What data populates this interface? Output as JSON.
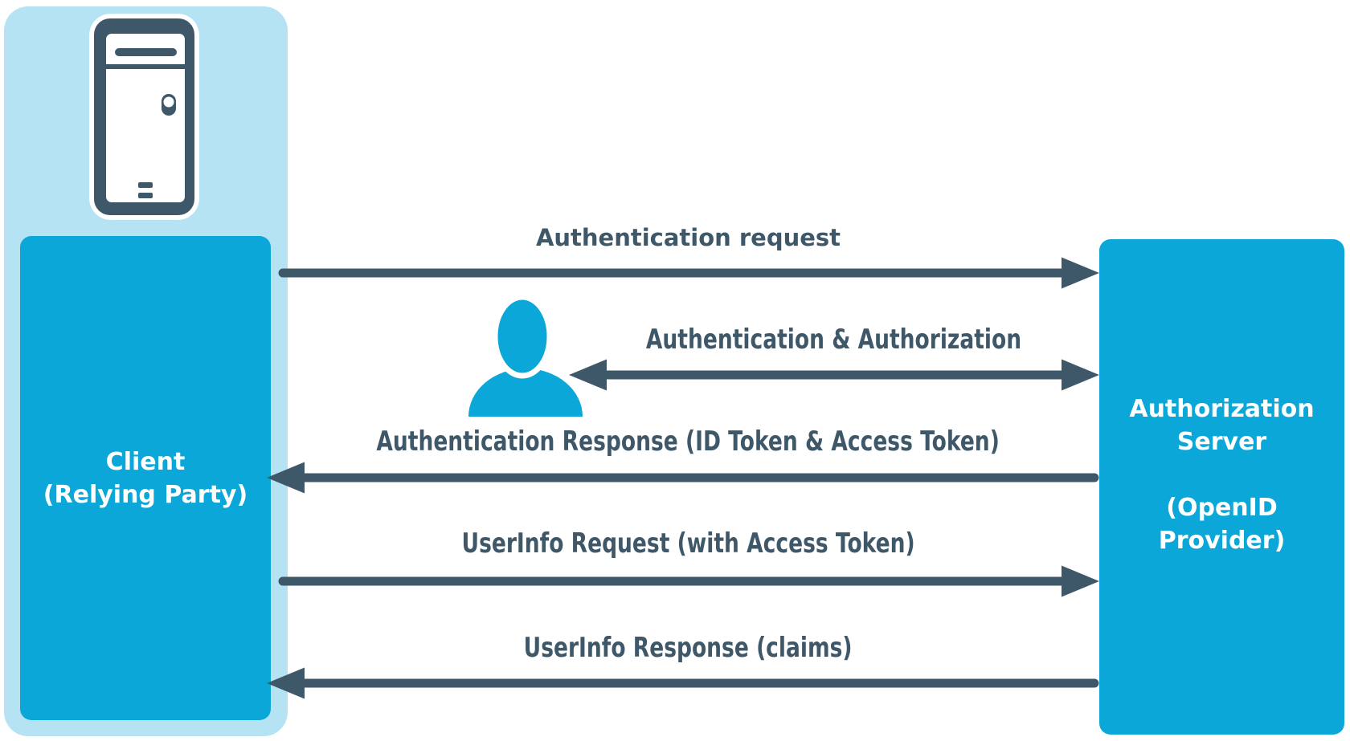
{
  "client": {
    "line1": "Client",
    "line2": "(Relying Party)"
  },
  "server": {
    "lines": [
      "Authorization",
      "Server",
      "(OpenID",
      "Provider)"
    ]
  },
  "flows": [
    {
      "label": "Authentication request",
      "direction": "right",
      "from": "client",
      "to": "server"
    },
    {
      "label": "Authentication & Authorization",
      "direction": "both",
      "from": "user",
      "to": "server"
    },
    {
      "label": "Authentication Response (ID Token & Access Token)",
      "direction": "left",
      "from": "server",
      "to": "client"
    },
    {
      "label": "UserInfo Request (with Access Token)",
      "direction": "right",
      "from": "client",
      "to": "server"
    },
    {
      "label": "UserInfo Response (claims)",
      "direction": "left",
      "from": "server",
      "to": "client"
    }
  ],
  "icons": {
    "computer": "computer-tower-icon",
    "user": "user-icon"
  },
  "colors": {
    "accent_blue": "#0AA7D8",
    "panel_blue": "#B5E3F3",
    "slate": "#3F5869",
    "text_on_blue": "#FFFFFF"
  }
}
